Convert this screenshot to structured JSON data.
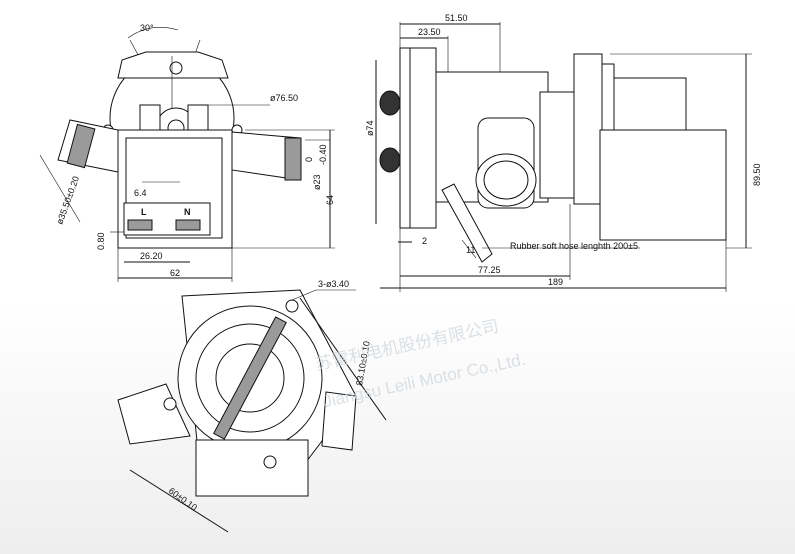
{
  "front_view": {
    "angle_label": "30°",
    "diameter_label": "ø76.50",
    "port_diameter_label": "ø35.50±0.20",
    "outlet_diameter_label": "ø23",
    "outlet_tol_upper": "0",
    "outlet_tol_lower": "-0.40",
    "height_label": "64",
    "offset_label": "0.80",
    "pin_label": "6.4",
    "terminal_l": "L",
    "terminal_n": "N",
    "spacing_label": "26.20",
    "width_label": "62"
  },
  "side_view": {
    "length_top_label": "51.50",
    "length_inner_label": "23.50",
    "body_diameter_label": "ø74",
    "height_label": "89.50",
    "small_offset_label": "2",
    "hose_offset_label": "11",
    "hose_note": "Rubber soft hose lenghth 200±5",
    "center_length_label": "77.25",
    "total_length_label": "189"
  },
  "bottom_view": {
    "holes_label": "3-ø3.40",
    "pcd_label": "83.10±0.10",
    "spacing_label": "60±0.10"
  },
  "watermark": {
    "line1": "苏雷利电机股份有限公司",
    "line2": "Jiangsu Leili Motor Co.,Ltd."
  },
  "colors": {
    "line": "#111111",
    "fill_grey": "#9a9a9a",
    "watermark": "#cfd6dc"
  }
}
